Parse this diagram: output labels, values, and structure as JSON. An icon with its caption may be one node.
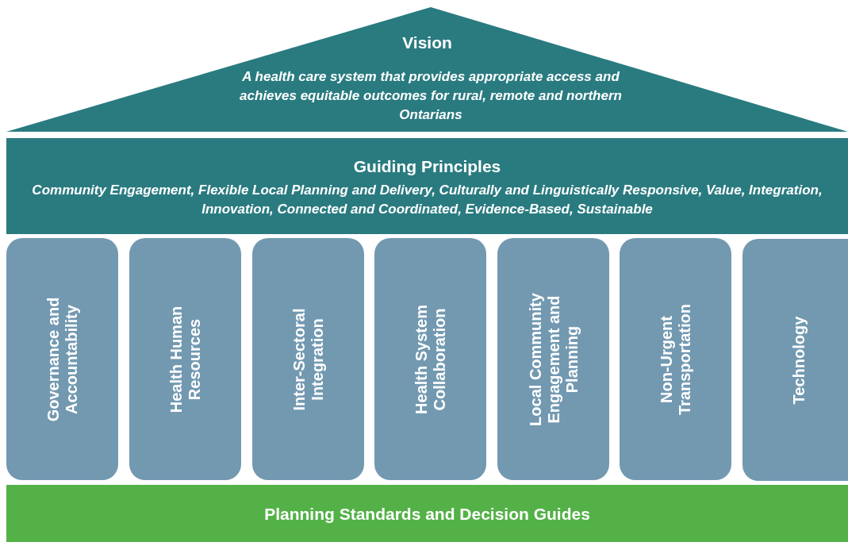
{
  "diagram": {
    "nodes": [
      {
        "text": [
          "Vision",
          "A health care system that provides appropriate access and achieves equitable outcomes for rural, remote and northern Ontarians"
        ]
      },
      {
        "text": [
          "Guiding Principles",
          "Community Engagement, Flexible Local Planning and Delivery, Culturally and Linguistically Responsive, Value, Integration, Innovation, Connected and Coordinated, Evidence-Based, Sustainable"
        ]
      },
      {
        "text": [
          "Governance and Accountability"
        ]
      },
      {
        "text": [
          "Health Human Resources"
        ]
      },
      {
        "text": [
          "Inter-Sectoral Integration"
        ]
      },
      {
        "text": [
          "Health System Collaboration"
        ]
      },
      {
        "text": [
          "Local Community Engagement and Planning"
        ]
      },
      {
        "text": [
          "Non-Urgent Transportation"
        ]
      },
      {
        "text": [
          "Technology"
        ]
      },
      {
        "text": [
          "Planning Standards and Decision Guides"
        ]
      }
    ]
  }
}
